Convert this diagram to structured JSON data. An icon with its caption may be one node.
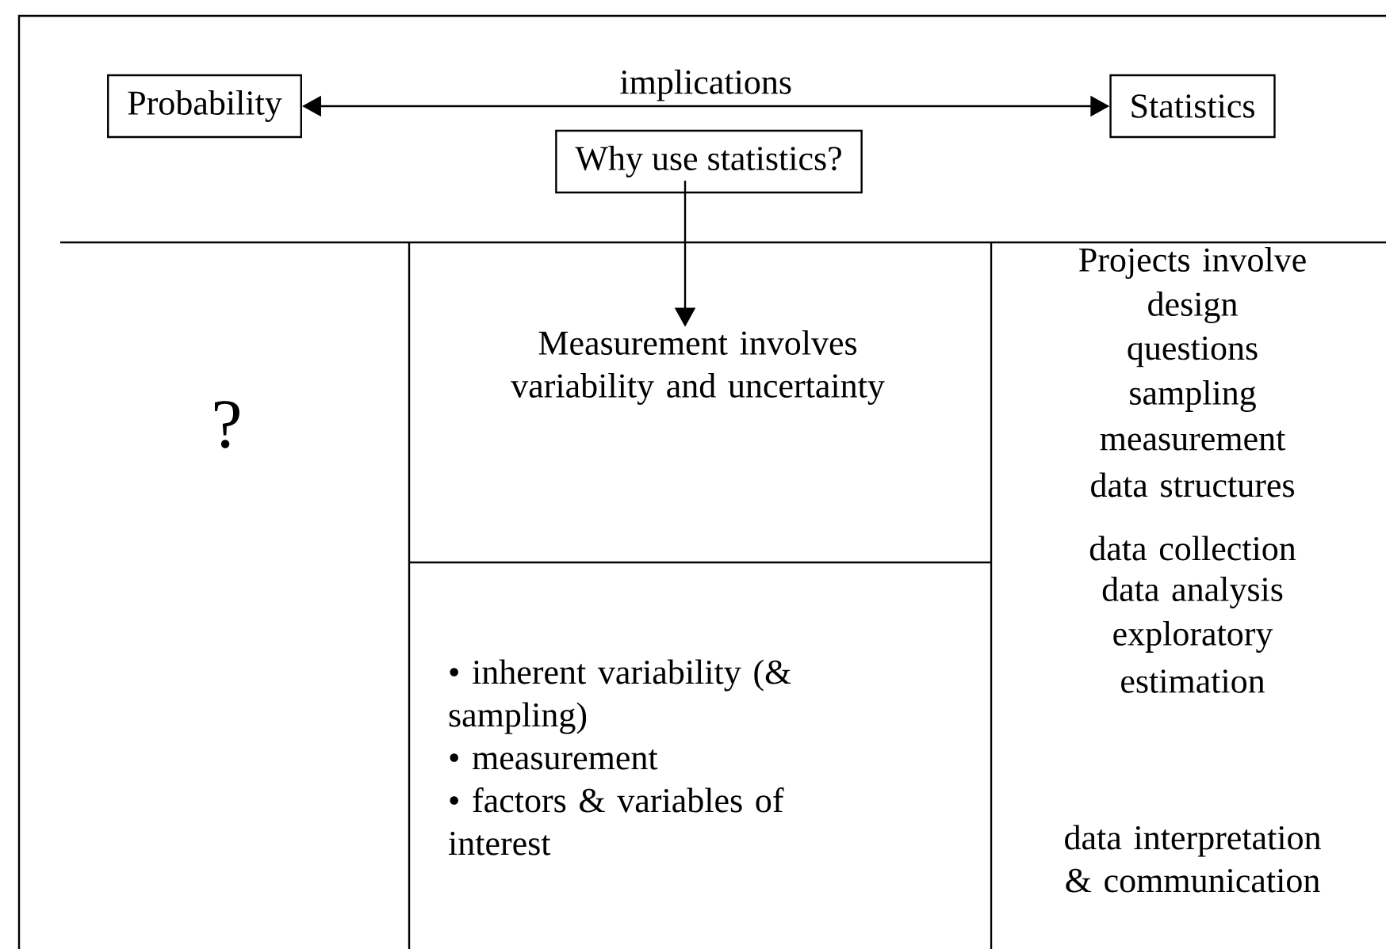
{
  "diagram": {
    "nodes": [
      {
        "text": [
          "Probability"
        ]
      },
      {
        "text": [
          "Statistics"
        ]
      },
      {
        "text": [
          "Why use statistics?"
        ]
      },
      {
        "text": [
          "Measurement involves variability and uncertainty"
        ]
      },
      {
        "text": [
          "• inherent variability (& sampling)",
          "• measurement",
          "• factors & variables of interest"
        ]
      }
    ],
    "edges": [
      {
        "from": 0,
        "to": 1,
        "arrow": "both",
        "label": "implications"
      },
      {
        "from": 2,
        "to": 3,
        "arrow": "to"
      }
    ],
    "labels": [
      "?",
      "Projects involve",
      "design",
      "questions",
      "sampling",
      "measurement",
      "data structures",
      "data collection",
      "data analysis",
      "exploratory",
      "estimation",
      "data interpretation & communication"
    ]
  }
}
